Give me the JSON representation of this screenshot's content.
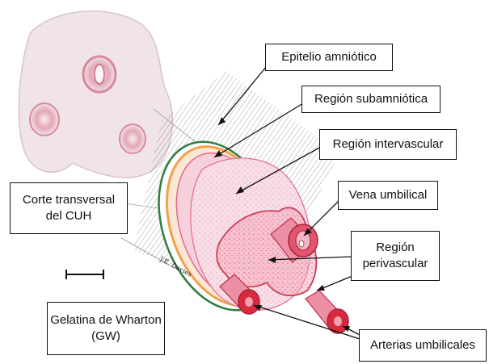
{
  "labels": {
    "epitelio": "Epitelio amniótico",
    "subamniotica": "Región subamniótica",
    "intervascular": "Región intervascular",
    "vena": "Vena umbilical",
    "perivascular_1": "Región",
    "perivascular_2": "perivascular",
    "corte_1": "Corte transversal",
    "corte_2": "del CUH",
    "gelatina_1": "Gelatina de Wharton",
    "gelatina_2": "(GW)",
    "arterias": "Arterias umbilicales"
  },
  "artist_signature": "J.E. Davies",
  "colors": {
    "tissue_pink": "#f2c6d3",
    "vessel_red": "#d82a3d",
    "amnion_green": "#2f7d43",
    "subamnion_orange": "#f0a24a",
    "photo_bg": "#f0e4e8"
  }
}
